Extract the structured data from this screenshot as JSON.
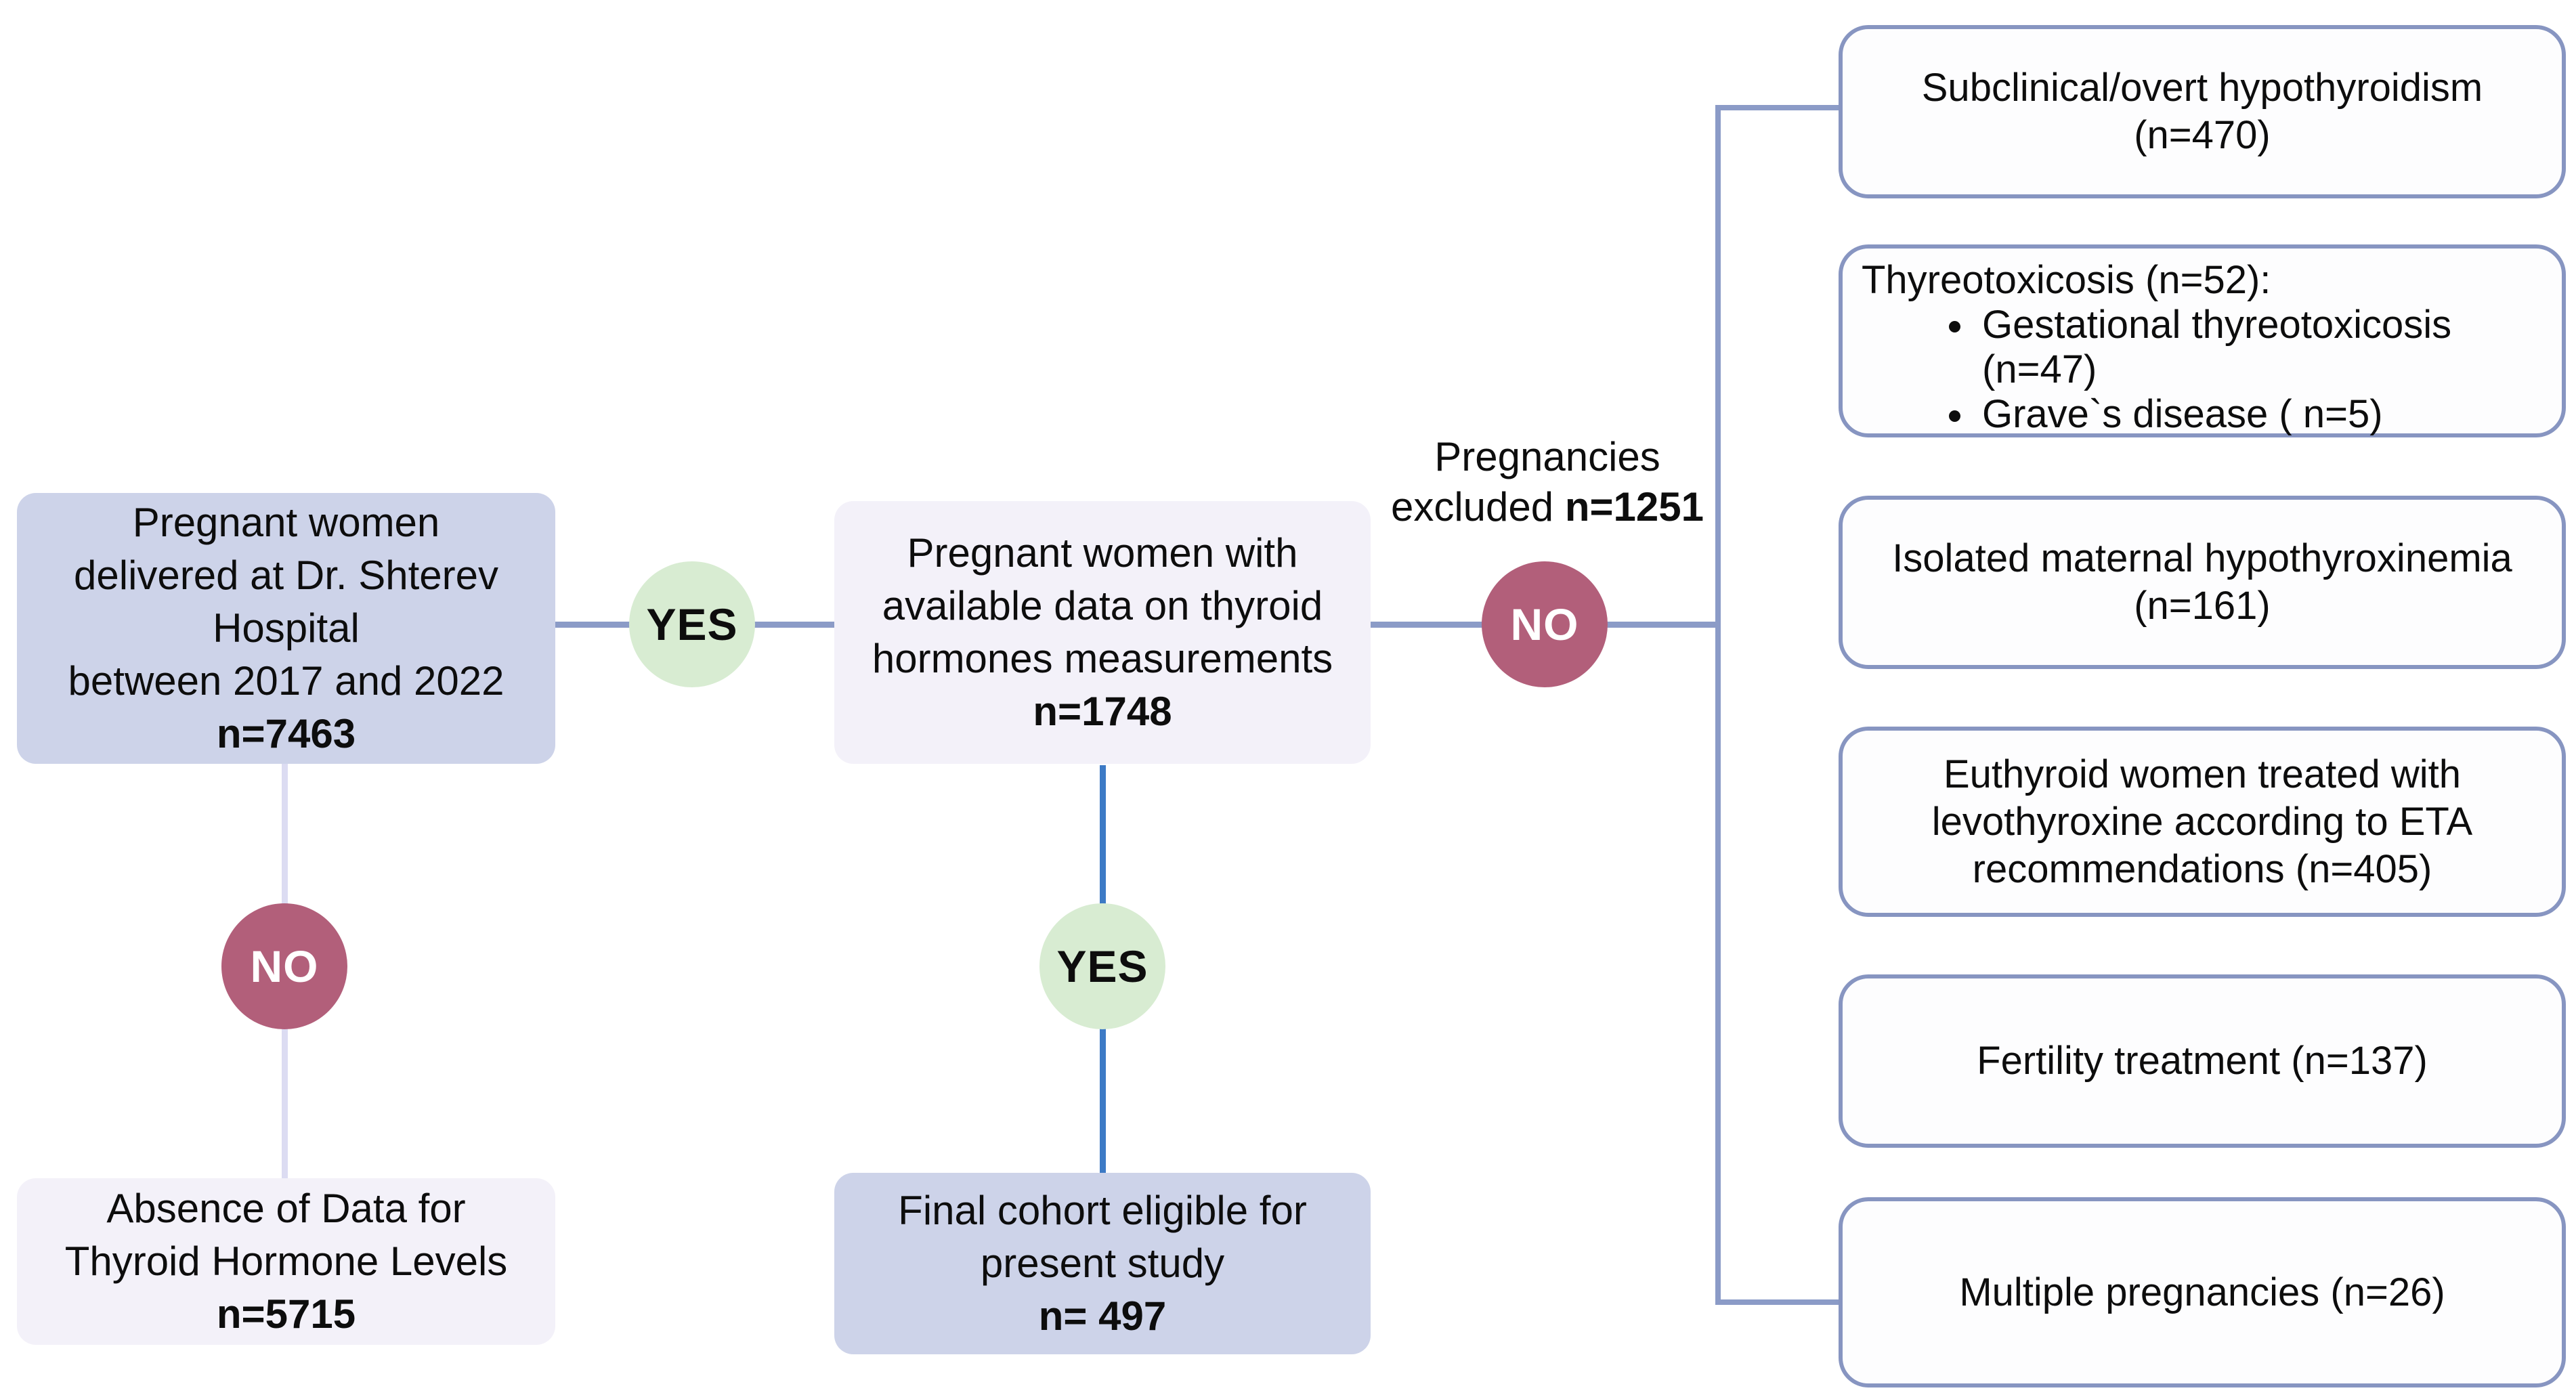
{
  "palette": {
    "connector": "#8b9bc7",
    "connector_strong_blue": "#3d7ac5",
    "connector_faint_lavender": "#dcdcf2",
    "node_fill_dark": "#cdd3e9",
    "node_fill_light": "#f3f1f9",
    "exclusion_border": "#8795c1",
    "exclusion_fill": "#fdfdfe",
    "yes_circle_fill": "#d8ecd2",
    "no_circle_fill": "#b25f7a"
  },
  "nodes": {
    "source": {
      "text": "Pregnant women\ndelivered at Dr. Shterev\nHospital\nbetween 2017 and 2022",
      "n": "n=7463"
    },
    "available": {
      "text": "Pregnant women with\navailable data on thyroid\nhormones measurements",
      "n": "n=1748"
    },
    "absence": {
      "text": "Absence of Data for\nThyroid Hormone Levels",
      "n": "n=5715"
    },
    "final": {
      "text": "Final cohort eligible for\npresent study",
      "n": "n= 497"
    }
  },
  "decisions": {
    "yes_available": "YES",
    "no_absence": "NO",
    "yes_final": "YES",
    "no_excluded": "NO"
  },
  "excluded_label": {
    "line1": "Pregnancies",
    "line2": "excluded",
    "n": "n=1251"
  },
  "exclusions": [
    {
      "text": "Subclinical/overt hypothyroidism\n(n=470)"
    },
    {
      "title": "Thyreotoxicosis (n=52):",
      "bullets": [
        "Gestational thyreotoxicosis (n=47)",
        "Grave`s disease ( n=5)"
      ]
    },
    {
      "text": "Isolated maternal hypothyroxinemia\n(n=161)"
    },
    {
      "text": "Euthyroid women treated  with\nlevothyroxine according to ETA\nrecommendations (n=405)"
    },
    {
      "text": "Fertility treatment (n=137)"
    },
    {
      "text": "Multiple pregnancies (n=26)"
    }
  ]
}
